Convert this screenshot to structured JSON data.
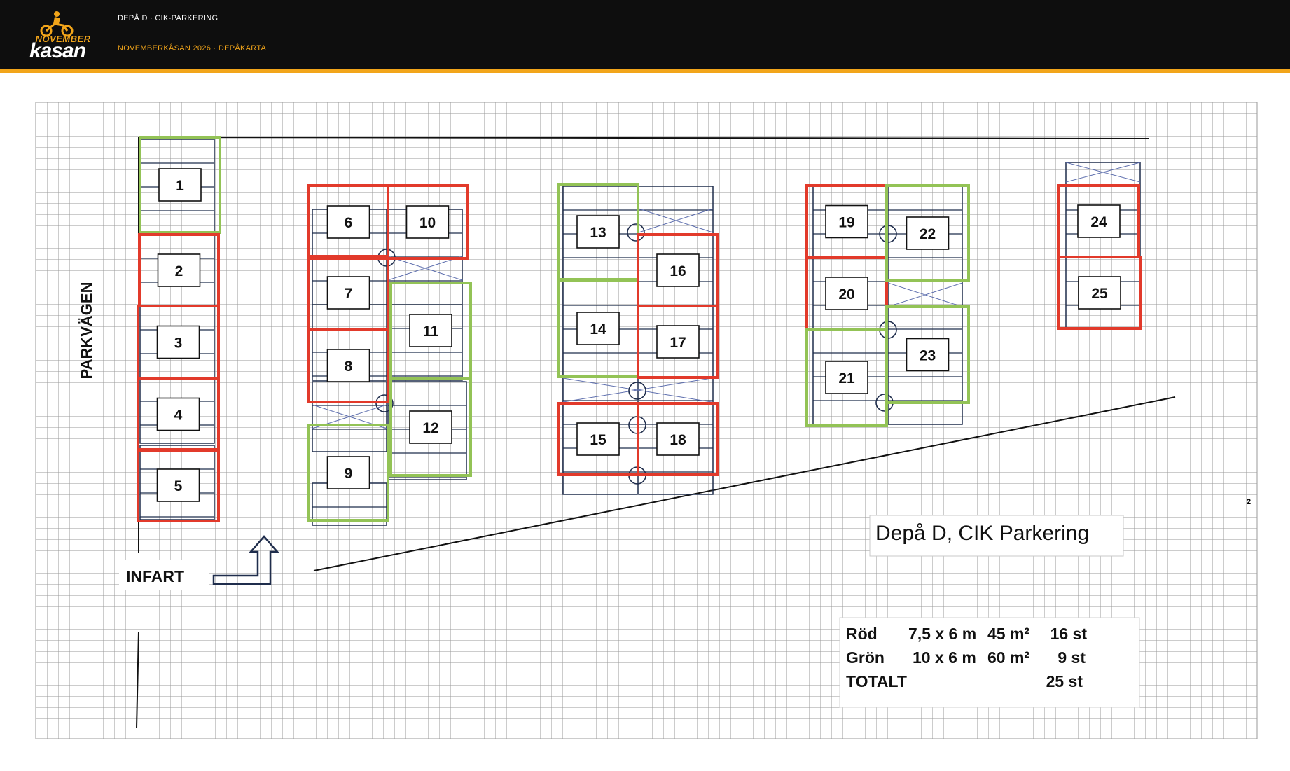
{
  "header": {
    "logo_top": "NOVEMBER",
    "logo_main": "kasan",
    "title": "DEPÅ D · CIK-PARKERING",
    "subtitle": "NOVEMBERKÅSAN 2026 · DEPÅKARTA"
  },
  "map": {
    "road_label": "PARKVÄGEN",
    "entrance_label": "INFART",
    "map_title": "Depå D, CIK Parkering",
    "legend": {
      "rows": [
        {
          "color": "Röd",
          "size": "7,5 x 6 m",
          "area": "45 m²",
          "count": "16 st"
        },
        {
          "color": "Grön",
          "size": "10 x 6 m",
          "area": "60 m²",
          "count": "9 st"
        },
        {
          "color": "TOTALT",
          "size": "",
          "area": "",
          "count": "25 st"
        }
      ]
    },
    "spots": [
      {
        "number": "1",
        "type": "green"
      },
      {
        "number": "2",
        "type": "red"
      },
      {
        "number": "3",
        "type": "red"
      },
      {
        "number": "4",
        "type": "red"
      },
      {
        "number": "5",
        "type": "red"
      },
      {
        "number": "6",
        "type": "red"
      },
      {
        "number": "7",
        "type": "red"
      },
      {
        "number": "8",
        "type": "red"
      },
      {
        "number": "9",
        "type": "green"
      },
      {
        "number": "10",
        "type": "red"
      },
      {
        "number": "11",
        "type": "green"
      },
      {
        "number": "12",
        "type": "green"
      },
      {
        "number": "13",
        "type": "green"
      },
      {
        "number": "14",
        "type": "green"
      },
      {
        "number": "15",
        "type": "red"
      },
      {
        "number": "16",
        "type": "red"
      },
      {
        "number": "17",
        "type": "red"
      },
      {
        "number": "18",
        "type": "red"
      },
      {
        "number": "19",
        "type": "red"
      },
      {
        "number": "20",
        "type": "red"
      },
      {
        "number": "21",
        "type": "green"
      },
      {
        "number": "22",
        "type": "green"
      },
      {
        "number": "23",
        "type": "green"
      },
      {
        "number": "24",
        "type": "red"
      },
      {
        "number": "25",
        "type": "red"
      }
    ],
    "page_number": "2"
  },
  "colors": {
    "red": "#e23a2b",
    "green": "#93c356",
    "navy": "#1f2d4c",
    "accent": "#f2a51a"
  }
}
